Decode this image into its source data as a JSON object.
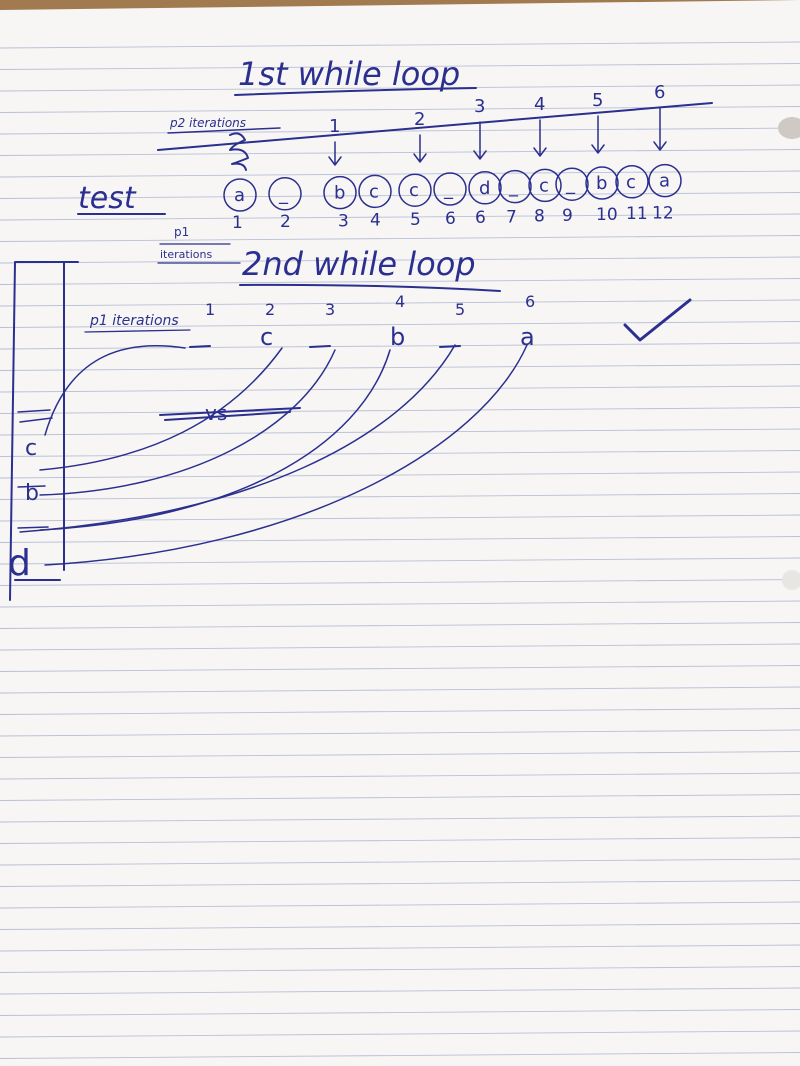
{
  "first_loop": {
    "title": "1st while loop",
    "p2_label": "p2 iterations",
    "p2_numbers": [
      "1",
      "2",
      "3",
      "4",
      "5",
      "6"
    ],
    "test_label": "test",
    "circles": [
      "a",
      "_",
      "b",
      "c",
      "c",
      "_",
      "d",
      "_",
      "c",
      "_",
      "b",
      "c",
      "a"
    ],
    "p1_label_line1": "p1",
    "p1_label_line2": "iterations",
    "p1_numbers": [
      "1",
      "2",
      "3",
      "4",
      "5",
      "6",
      "6",
      "7",
      "8",
      "9",
      "10",
      "11",
      "12"
    ]
  },
  "second_loop": {
    "title": "2nd while loop",
    "p1_label": "p1 iterations",
    "numbers": [
      "1",
      "2",
      "3",
      "4",
      "5",
      "6"
    ],
    "letters": [
      "_",
      "c",
      "_",
      "b",
      "_",
      "a"
    ],
    "crossed": "vs",
    "checkmark": "✓",
    "stack_letters": [
      "c",
      "b",
      "d"
    ]
  },
  "colors": {
    "ink": "#2b2f8f",
    "paper": "#f7f6f4",
    "rule": "#b9bfd6",
    "margin": "#d9c6c8",
    "desk": "#a27a50"
  }
}
